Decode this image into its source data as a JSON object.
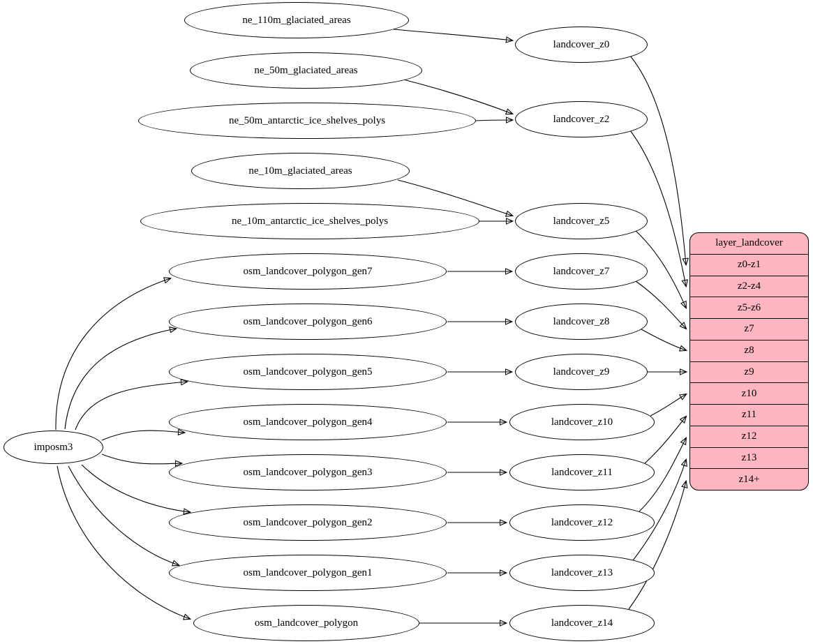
{
  "diagram": {
    "kind": "etl-flow-graph",
    "background": "#ffffff",
    "edge_color": "#000000"
  },
  "nodes": {
    "importer": "imposm3",
    "sources": [
      "ne_110m_glaciated_areas",
      "ne_50m_glaciated_areas",
      "ne_50m_antarctic_ice_shelves_polys",
      "ne_10m_glaciated_areas",
      "ne_10m_antarctic_ice_shelves_polys",
      "osm_landcover_polygon_gen7",
      "osm_landcover_polygon_gen6",
      "osm_landcover_polygon_gen5",
      "osm_landcover_polygon_gen4",
      "osm_landcover_polygon_gen3",
      "osm_landcover_polygon_gen2",
      "osm_landcover_polygon_gen1",
      "osm_landcover_polygon"
    ],
    "stages": [
      "landcover_z0",
      "landcover_z2",
      "landcover_z5",
      "landcover_z7",
      "landcover_z8",
      "landcover_z9",
      "landcover_z10",
      "landcover_z11",
      "landcover_z12",
      "landcover_z13",
      "landcover_z14"
    ]
  },
  "table": {
    "title": "layer_landcover",
    "fill": "#ffb6c1",
    "border_color": "#000000",
    "rows": [
      "z0-z1",
      "z2-z4",
      "z5-z6",
      "z7",
      "z8",
      "z9",
      "z10",
      "z11",
      "z12",
      "z13",
      "z14+"
    ]
  },
  "edges": [
    {
      "from": "imposm3",
      "to": "osm_landcover_polygon_gen7"
    },
    {
      "from": "imposm3",
      "to": "osm_landcover_polygon_gen6"
    },
    {
      "from": "imposm3",
      "to": "osm_landcover_polygon_gen5"
    },
    {
      "from": "imposm3",
      "to": "osm_landcover_polygon_gen4"
    },
    {
      "from": "imposm3",
      "to": "osm_landcover_polygon_gen3"
    },
    {
      "from": "imposm3",
      "to": "osm_landcover_polygon_gen2"
    },
    {
      "from": "imposm3",
      "to": "osm_landcover_polygon_gen1"
    },
    {
      "from": "imposm3",
      "to": "osm_landcover_polygon"
    },
    {
      "from": "ne_110m_glaciated_areas",
      "to": "landcover_z0"
    },
    {
      "from": "ne_50m_glaciated_areas",
      "to": "landcover_z2"
    },
    {
      "from": "ne_50m_antarctic_ice_shelves_polys",
      "to": "landcover_z2"
    },
    {
      "from": "ne_10m_glaciated_areas",
      "to": "landcover_z5"
    },
    {
      "from": "ne_10m_antarctic_ice_shelves_polys",
      "to": "landcover_z5"
    },
    {
      "from": "osm_landcover_polygon_gen7",
      "to": "landcover_z7"
    },
    {
      "from": "osm_landcover_polygon_gen6",
      "to": "landcover_z8"
    },
    {
      "from": "osm_landcover_polygon_gen5",
      "to": "landcover_z9"
    },
    {
      "from": "osm_landcover_polygon_gen4",
      "to": "landcover_z10"
    },
    {
      "from": "osm_landcover_polygon_gen3",
      "to": "landcover_z11"
    },
    {
      "from": "osm_landcover_polygon_gen2",
      "to": "landcover_z12"
    },
    {
      "from": "osm_landcover_polygon_gen1",
      "to": "landcover_z13"
    },
    {
      "from": "osm_landcover_polygon",
      "to": "landcover_z14"
    },
    {
      "from": "landcover_z0",
      "to": "layer_landcover:z0-z1"
    },
    {
      "from": "landcover_z2",
      "to": "layer_landcover:z2-z4"
    },
    {
      "from": "landcover_z5",
      "to": "layer_landcover:z5-z6"
    },
    {
      "from": "landcover_z7",
      "to": "layer_landcover:z7"
    },
    {
      "from": "landcover_z8",
      "to": "layer_landcover:z8"
    },
    {
      "from": "landcover_z9",
      "to": "layer_landcover:z9"
    },
    {
      "from": "landcover_z10",
      "to": "layer_landcover:z10"
    },
    {
      "from": "landcover_z11",
      "to": "layer_landcover:z11"
    },
    {
      "from": "landcover_z12",
      "to": "layer_landcover:z12"
    },
    {
      "from": "landcover_z13",
      "to": "layer_landcover:z13"
    },
    {
      "from": "landcover_z14",
      "to": "layer_landcover:z14+"
    }
  ]
}
